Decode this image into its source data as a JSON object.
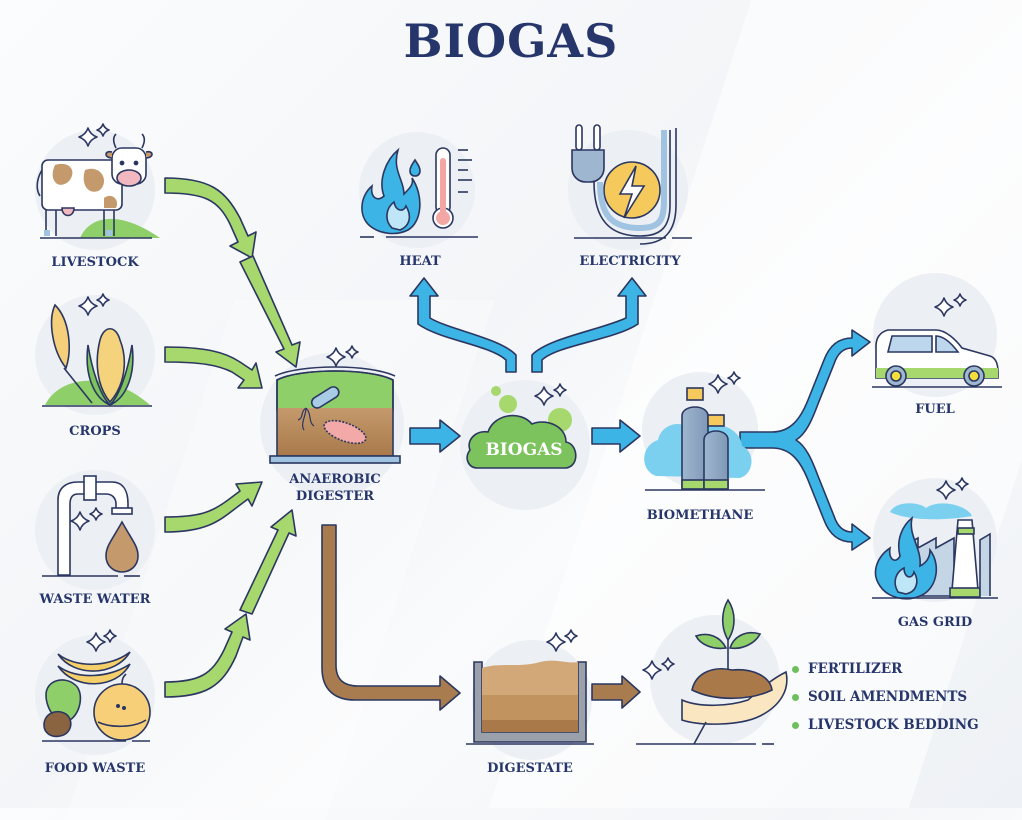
{
  "title": "BIOGAS",
  "colors": {
    "title": "#26366b",
    "input_arrow": "#a6d86e",
    "gas_arrow": "#3cb4e6",
    "digestate_arrow": "#a87c4f",
    "outline": "#2b3760",
    "bullet": "#6cbf5a"
  },
  "inputs": [
    {
      "id": "livestock",
      "label": "LIVESTOCK",
      "icon": "cow-icon"
    },
    {
      "id": "crops",
      "label": "CROPS",
      "icon": "crops-icon"
    },
    {
      "id": "waste_water",
      "label": "WASTE WATER",
      "icon": "faucet-icon"
    },
    {
      "id": "food_waste",
      "label": "FOOD WASTE",
      "icon": "food-waste-icon"
    }
  ],
  "digester": {
    "label_line1": "ANAEROBIC",
    "label_line2": "DIGESTER",
    "icon": "digester-tank-icon"
  },
  "biogas": {
    "cloud_text": "BIOGAS",
    "icon": "gas-cloud-icon"
  },
  "uses": [
    {
      "id": "heat",
      "label": "HEAT",
      "icon": "flame-thermometer-icon"
    },
    {
      "id": "electricity",
      "label": "ELECTRICITY",
      "icon": "plug-lightning-icon"
    }
  ],
  "biomethane": {
    "label": "BIOMETHANE",
    "icon": "gas-cylinders-icon"
  },
  "biomethane_outputs": [
    {
      "id": "fuel",
      "label": "FUEL",
      "icon": "car-icon"
    },
    {
      "id": "gas_grid",
      "label": "GAS GRID",
      "icon": "factory-flame-icon"
    }
  ],
  "digestate": {
    "label": "DIGESTATE",
    "icon": "digestate-container-icon"
  },
  "digestate_uses": {
    "icon": "hands-seedling-icon",
    "items": [
      "FERTILIZER",
      "SOIL AMENDMENTS",
      "LIVESTOCK BEDDING"
    ]
  }
}
